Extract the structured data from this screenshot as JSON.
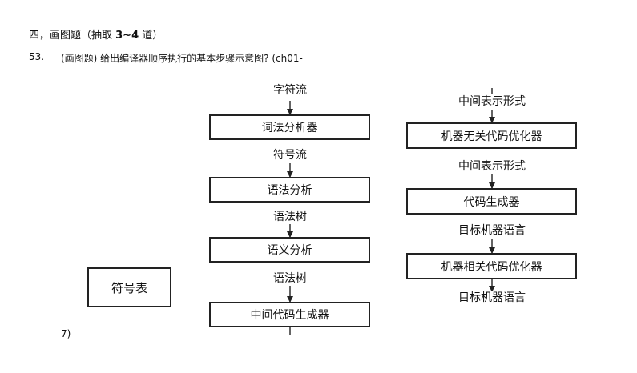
{
  "header": {
    "section_prefix": "四，画图题（抽取 ",
    "section_bold": "3~4",
    "section_suffix": " 道）"
  },
  "question": {
    "number": "53.",
    "text": "(画图题) 给出编译器顺序执行的基本步骤示意图? (ch01-",
    "continuation": "7)"
  },
  "diagram": {
    "left_column": {
      "input_label": "字符流",
      "boxes": [
        "词法分析器",
        "语法分析",
        "语义分析",
        "中间代码生成器"
      ],
      "between_labels": [
        "符号流",
        "语法树",
        "语法树"
      ]
    },
    "right_column": {
      "input_label": "中间表示形式",
      "boxes": [
        "机器无关代码优化器",
        "代码生成器",
        "机器相关代码优化器"
      ],
      "between_labels": [
        "中间表示形式",
        "目标机器语言"
      ],
      "output_label": "目标机器语言"
    },
    "symbol_table": "符号表"
  }
}
